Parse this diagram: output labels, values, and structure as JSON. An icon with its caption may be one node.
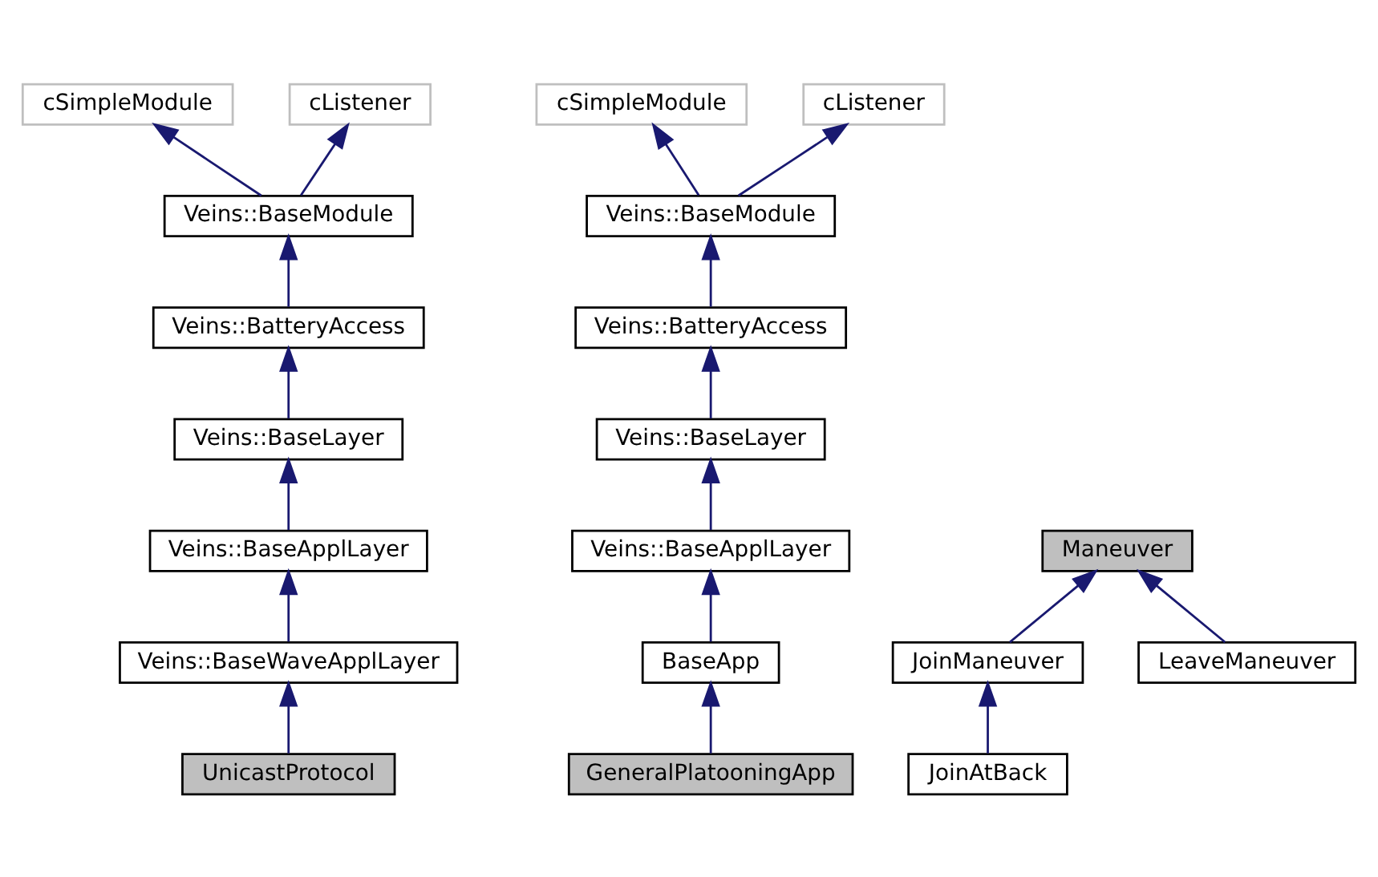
{
  "diagram": {
    "nodes": [
      {
        "text": [
          "cSimpleModule"
        ]
      },
      {
        "text": [
          "cListener"
        ]
      },
      {
        "text": [
          "Veins::BaseModule"
        ]
      },
      {
        "text": [
          "Veins::BatteryAccess"
        ]
      },
      {
        "text": [
          "Veins::BaseLayer"
        ]
      },
      {
        "text": [
          "Veins::BaseApplLayer"
        ]
      },
      {
        "text": [
          "Veins::BaseWaveApplLayer"
        ]
      },
      {
        "text": [
          "UnicastProtocol"
        ]
      },
      {
        "text": [
          "cSimpleModule"
        ]
      },
      {
        "text": [
          "cListener"
        ]
      },
      {
        "text": [
          "Veins::BaseModule"
        ]
      },
      {
        "text": [
          "Veins::BatteryAccess"
        ]
      },
      {
        "text": [
          "Veins::BaseLayer"
        ]
      },
      {
        "text": [
          "Veins::BaseApplLayer"
        ]
      },
      {
        "text": [
          "BaseApp"
        ]
      },
      {
        "text": [
          "GeneralPlatooningApp"
        ]
      },
      {
        "text": [
          "Maneuver"
        ]
      },
      {
        "text": [
          "JoinManeuver"
        ]
      },
      {
        "text": [
          "LeaveManeuver"
        ]
      },
      {
        "text": [
          "JoinAtBack"
        ]
      }
    ],
    "edges": [
      {
        "from": 2,
        "to": 0,
        "arrow": "to"
      },
      {
        "from": 2,
        "to": 1,
        "arrow": "to"
      },
      {
        "from": 3,
        "to": 2,
        "arrow": "to"
      },
      {
        "from": 4,
        "to": 3,
        "arrow": "to"
      },
      {
        "from": 5,
        "to": 4,
        "arrow": "to"
      },
      {
        "from": 6,
        "to": 5,
        "arrow": "to"
      },
      {
        "from": 7,
        "to": 6,
        "arrow": "to"
      },
      {
        "from": 10,
        "to": 8,
        "arrow": "to"
      },
      {
        "from": 10,
        "to": 9,
        "arrow": "to"
      },
      {
        "from": 11,
        "to": 10,
        "arrow": "to"
      },
      {
        "from": 12,
        "to": 11,
        "arrow": "to"
      },
      {
        "from": 13,
        "to": 12,
        "arrow": "to"
      },
      {
        "from": 14,
        "to": 13,
        "arrow": "to"
      },
      {
        "from": 15,
        "to": 14,
        "arrow": "to"
      },
      {
        "from": 17,
        "to": 16,
        "arrow": "to"
      },
      {
        "from": 18,
        "to": 16,
        "arrow": "to"
      },
      {
        "from": 19,
        "to": 17,
        "arrow": "to"
      }
    ]
  }
}
